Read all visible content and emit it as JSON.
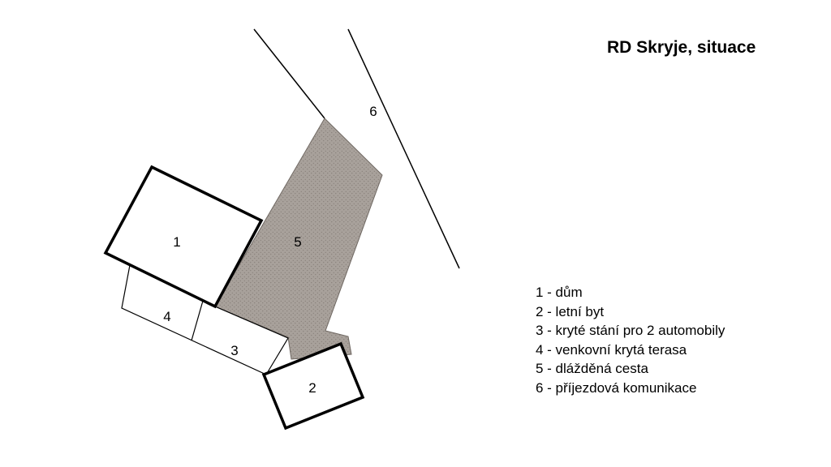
{
  "title": "RD Skryje, situace",
  "legend_items": [
    "1 - dům",
    "2 - letní byt",
    "3 - kryté stání pro 2 automobily",
    "4 - venkovní krytá terasa",
    "5 - dlážděná cesta",
    "6 - příjezdová komunikace"
  ],
  "area_labels": {
    "house": "1",
    "summer_flat": "2",
    "carport": "3",
    "terrace": "4",
    "paved_path": "5",
    "access_road": "6"
  },
  "colors": {
    "paved_path_fill": "#a8a19b",
    "paved_path_dots": "#8b837d",
    "line": "#000000",
    "background": "#ffffff"
  }
}
